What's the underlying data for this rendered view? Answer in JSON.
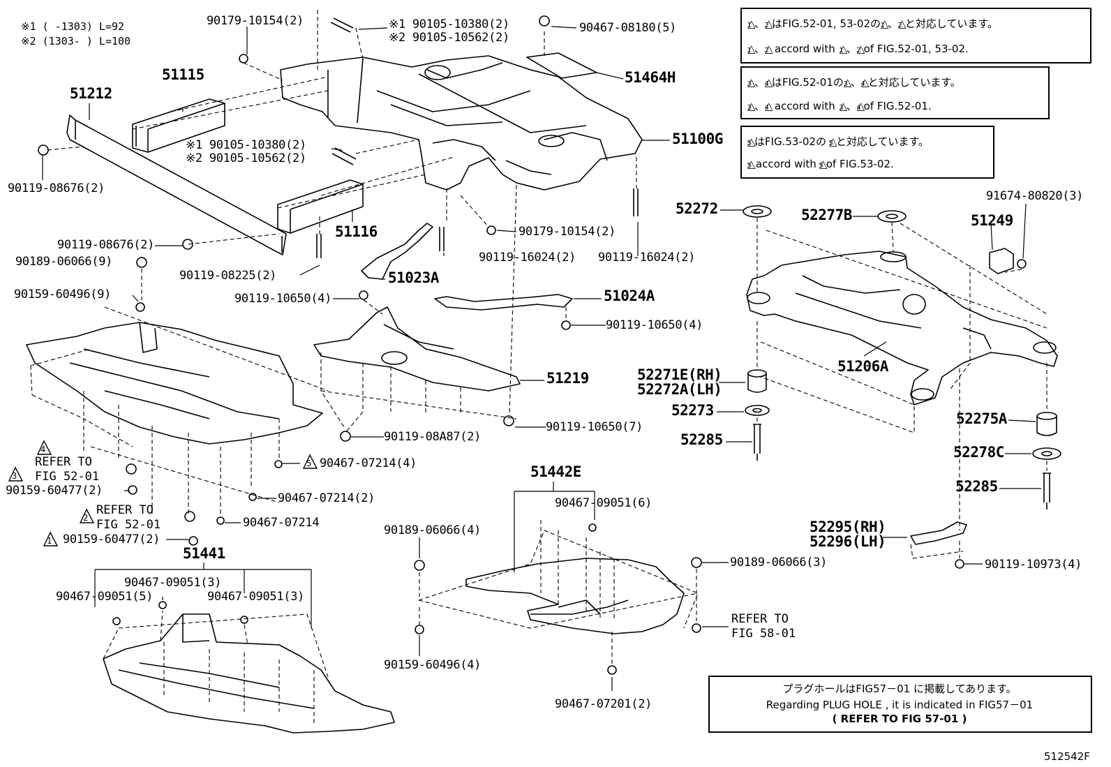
{
  "notes": {
    "note1": "※1 (     -1303) L=92",
    "note2": "※2 (1303-     ) L=100"
  },
  "labels": {
    "p90179_top": "90179-10154(2)",
    "p90105_a1": "※1 90105-10380(2)",
    "p90105_a2": "※2 90105-10562(2)",
    "p90467_08180": "90467-08180(5)",
    "p51115": "51115",
    "p51212": "51212",
    "p51464H": "51464H",
    "p51100G": "51100G",
    "p90105_b1": "※1 90105-10380(2)",
    "p90105_b2": "※2 90105-10562(2)",
    "p90119_08676_a": "90119-08676(2)",
    "p51116": "51116",
    "p90179_bot": "90179-10154(2)",
    "p90119_16024_a": "90119-16024(2)",
    "p90119_16024_b": "90119-16024(2)",
    "p90119_08676_b": "90119-08676(2)",
    "p90189_06066_9": "90189-06066(9)",
    "p90119_08225": "90119-08225(2)",
    "p51023A": "51023A",
    "p90159_60496_9": "90159-60496(9)",
    "p90119_10650_4a": "90119-10650(4)",
    "p51024A": "51024A",
    "p90119_10650_4b": "90119-10650(4)",
    "p51219": "51219",
    "p90119_08A87": "90119-08A87(2)",
    "p90119_10650_7": "90119-10650(7)",
    "p90467_07214_4": "90467-07214(4)",
    "p90159_60477_a": "90159-60477(2)",
    "p90467_07214_2": "90467-07214(2)",
    "p90467_07214": "90467-07214",
    "p90159_60477_b": "90159-60477(2)",
    "p51441": "51441",
    "p90467_09051_3a": "90467-09051(3)",
    "p90467_09051_5": "90467-09051(5)",
    "p90467_09051_3b": "90467-09051(3)",
    "p51442E": "51442E",
    "p90467_09051_6": "90467-09051(6)",
    "p90189_06066_4": "90189-06066(4)",
    "p90159_60496_4": "90159-60496(4)",
    "p90189_06066_3": "90189-06066(3)",
    "p90467_07201": "90467-07201(2)",
    "p52272": "52272",
    "p52277B": "52277B",
    "p91674": "91674-80820(3)",
    "p51249": "51249",
    "p51206A": "51206A",
    "p52271E": "52271E(RH)",
    "p52272A": "52272A(LH)",
    "p52273": "52273",
    "p52285_a": "52285",
    "p52275A": "52275A",
    "p52278C": "52278C",
    "p52285_b": "52285",
    "p52295": "52295(RH)",
    "p52296": "52296(LH)",
    "p90119_10973": "90119-10973(4)"
  },
  "refers": {
    "r4_line1": "REFER TO",
    "r4_line2": "FIG 52-01",
    "r2_line1": "REFER TO",
    "r2_line2": "FIG 52-01",
    "r58_line1": "REFER TO",
    "r58_line2": "FIG 58-01"
  },
  "triangle_marks": {
    "t1": "1",
    "t2": "2",
    "t3": "3",
    "t4": "4",
    "t5": "5"
  },
  "info_boxes": {
    "box1_jp_mid": "はFIG.52-01, 53-02の",
    "box1_jp_end": "と対応しています。",
    "box1_en_mid": "accord with",
    "box1_en_end": "of FIG.52-01, 53-02.",
    "box2_jp_mid": "はFIG.52-01の",
    "box2_jp_end": "と対応しています。",
    "box2_en_mid": "accord with",
    "box2_en_end": "of FIG.52-01.",
    "box3_jp_mid": "はFIG.53-02の",
    "box3_jp_end": "と対応しています。",
    "box3_en_mid": "accord with",
    "box3_en_end": "of FIG.53-02."
  },
  "plug_note": {
    "line1": "プラグホールはFIG57－01 に掲載してあります。",
    "line2": "Regarding PLUG HOLE , it is indicated in FIG57－01",
    "line3": "(   REFER TO FIG 57-01   )"
  },
  "figure_id": "512542F"
}
